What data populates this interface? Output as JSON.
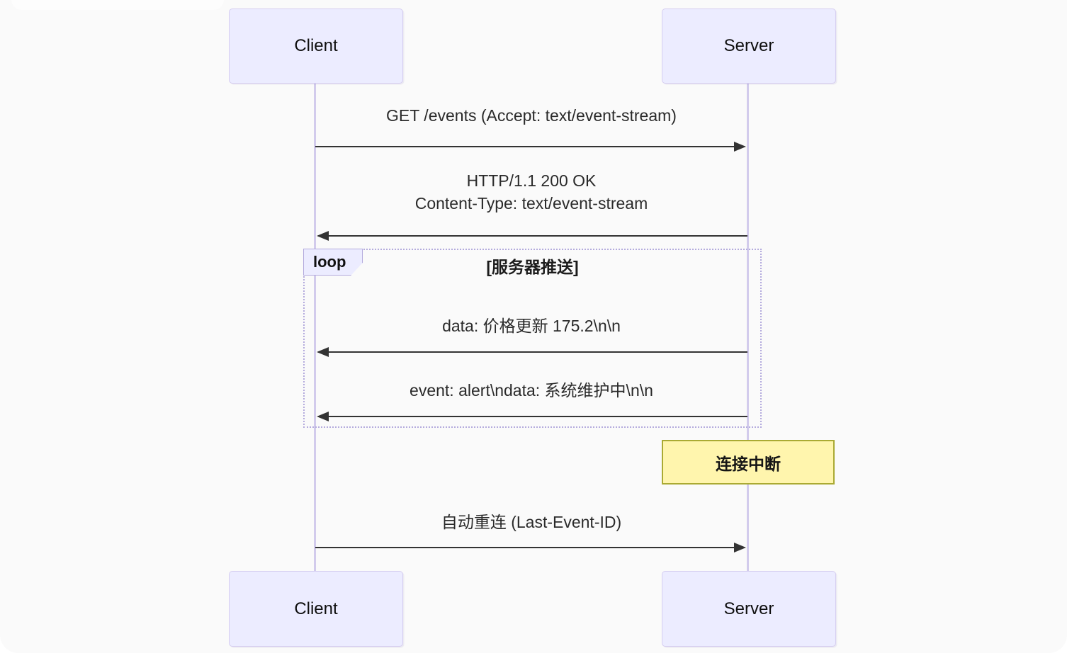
{
  "diagram": {
    "type": "sequence",
    "actors": {
      "client": "Client",
      "server": "Server"
    },
    "messages": [
      {
        "from": "client",
        "to": "server",
        "text": "GET /events (Accept: text/event-stream)"
      },
      {
        "from": "server",
        "to": "client",
        "lines": [
          "HTTP/1.1 200 OK",
          "Content-Type: text/event-stream"
        ]
      },
      {
        "from": "server",
        "to": "client",
        "text": "data: 价格更新 175.2\\n\\n",
        "in_loop": true
      },
      {
        "from": "server",
        "to": "client",
        "text": "event: alert\\ndata: 系统维护中\\n\\n",
        "in_loop": true
      },
      {
        "from": "client",
        "to": "server",
        "text": "自动重连 (Last-Event-ID)"
      }
    ],
    "loop": {
      "keyword": "loop",
      "label": "[服务器推送]"
    },
    "note": {
      "over": "server",
      "text": "连接中断"
    }
  },
  "colors": {
    "canvas_bg": "#fafafa",
    "actor_fill": "#ececff",
    "actor_border": "#d5cdf0",
    "lifeline": "#d2cbec",
    "loop_border": "#b4abdd",
    "note_fill": "#fff5ad",
    "note_border": "#aaaa33",
    "arrow": "#333333"
  }
}
